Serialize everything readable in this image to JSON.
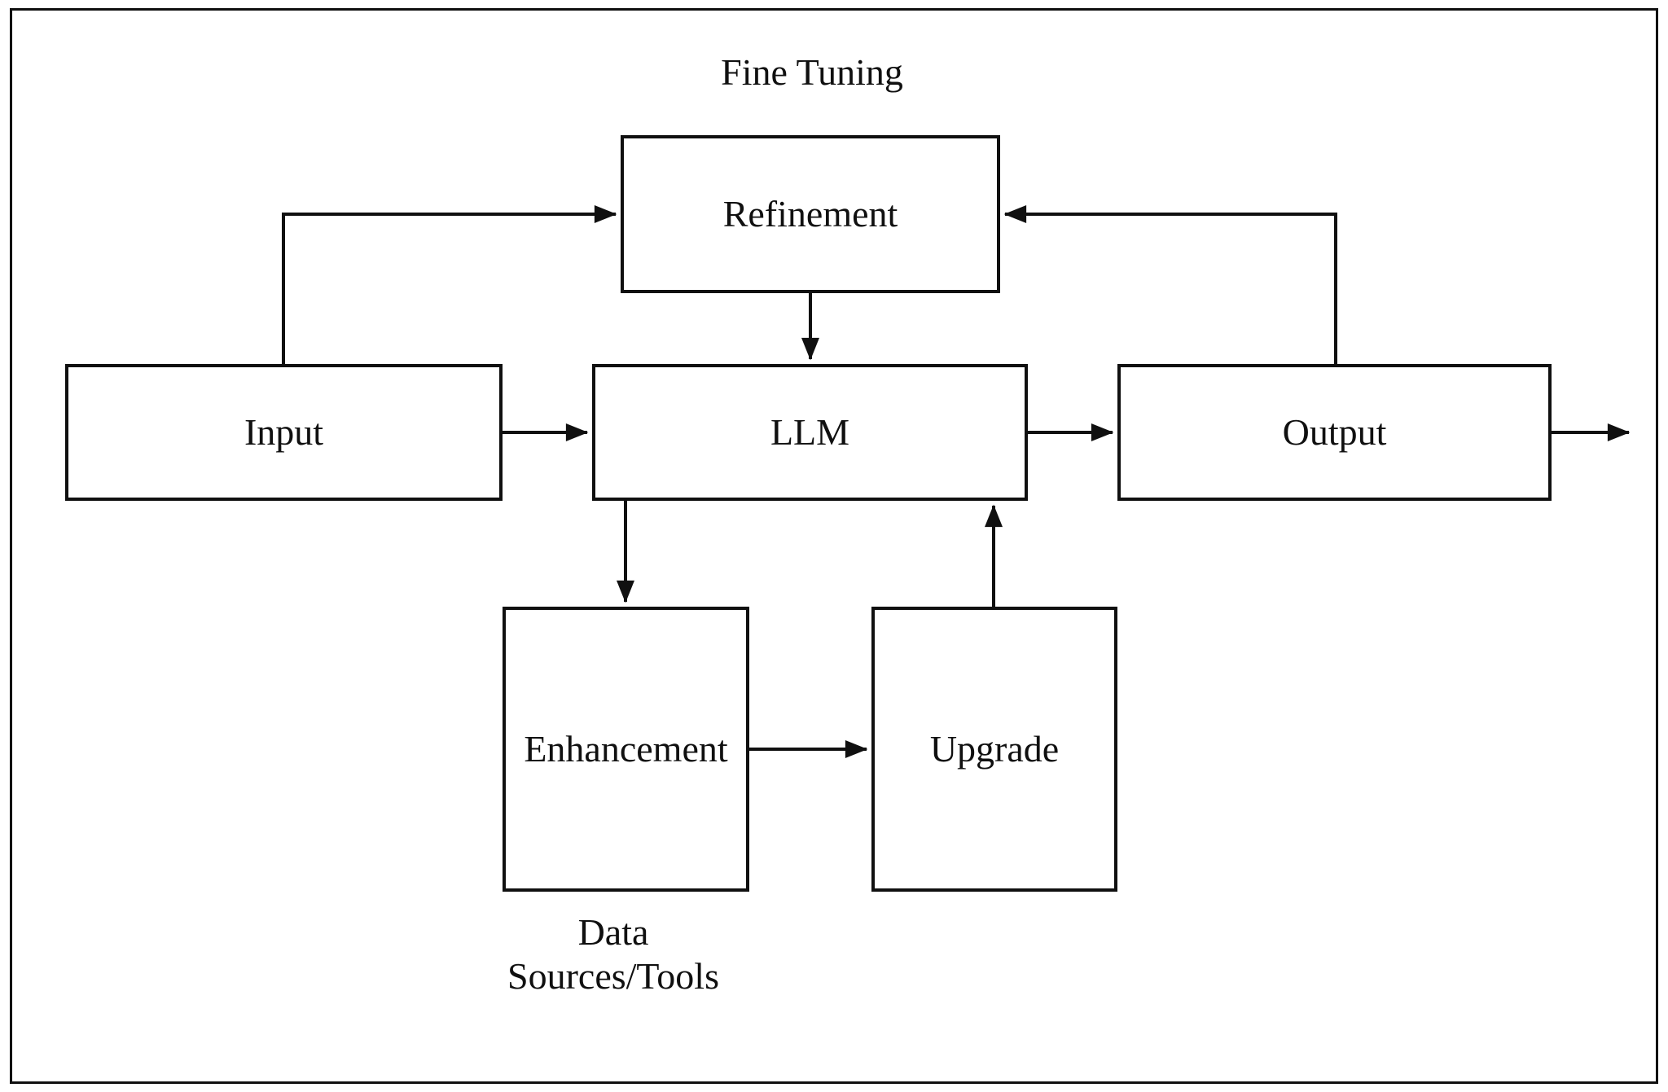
{
  "diagram": {
    "title": "Fine Tuning",
    "nodes": {
      "refinement": {
        "label": "Refinement"
      },
      "input": {
        "label": "Input"
      },
      "llm": {
        "label": "LLM"
      },
      "output": {
        "label": "Output"
      },
      "enhancement": {
        "label": "Enhancement"
      },
      "upgrade": {
        "label": "Upgrade"
      }
    },
    "caption": {
      "line1": "Data",
      "line2": "Sources/Tools"
    },
    "edges": [
      {
        "id": "input-to-refinement",
        "from": "input",
        "to": "refinement"
      },
      {
        "id": "output-to-refinement",
        "from": "output",
        "to": "refinement"
      },
      {
        "id": "refinement-to-llm",
        "from": "refinement",
        "to": "llm"
      },
      {
        "id": "input-to-llm",
        "from": "input",
        "to": "llm"
      },
      {
        "id": "llm-to-output",
        "from": "llm",
        "to": "output"
      },
      {
        "id": "output-to-exit",
        "from": "output",
        "to": "outside"
      },
      {
        "id": "llm-to-enhancement",
        "from": "llm",
        "to": "enhancement"
      },
      {
        "id": "enhancement-to-upgrade",
        "from": "enhancement",
        "to": "upgrade"
      },
      {
        "id": "upgrade-to-llm",
        "from": "upgrade",
        "to": "llm"
      }
    ],
    "colors": {
      "line": "#101010",
      "text": "#101010",
      "background": "#ffffff"
    }
  }
}
